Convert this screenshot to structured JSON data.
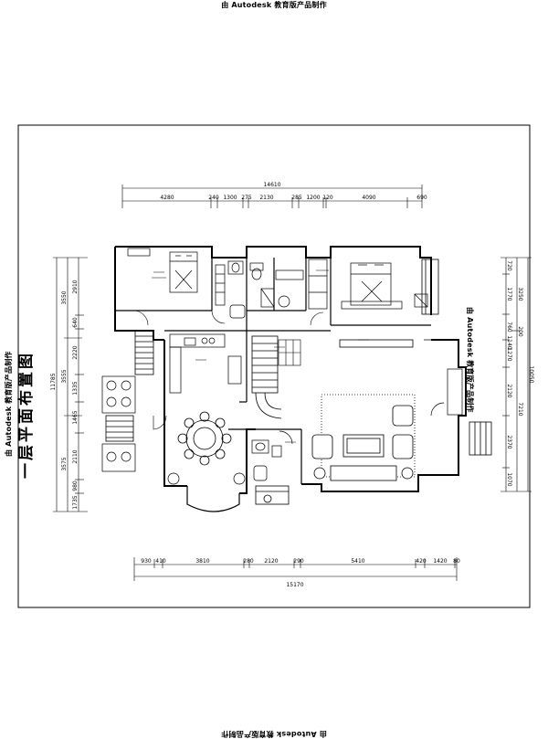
{
  "watermark": "由 Autodesk 教育版产品制作",
  "title": "一层平面布置图",
  "dims_top_total": "14610",
  "dims_top": [
    "4280",
    "240",
    "1300",
    "275",
    "2130",
    "285",
    "1200",
    "120",
    "4090",
    "690"
  ],
  "dims_bottom_total": "15170",
  "dims_bottom": [
    "930",
    "410",
    "3810",
    "280",
    "2120",
    "290",
    "5410",
    "420",
    "1420",
    "80"
  ],
  "dims_left_total": "11785",
  "dims_left_mid": [
    "3550",
    "3555",
    "3575"
  ],
  "dims_left_inner": [
    "2910",
    "640",
    "2220",
    "1335",
    "1465",
    "2110",
    "980",
    "1735"
  ],
  "dims_right_total": "10050",
  "dims_right_mid": [
    "3250",
    "7210"
  ],
  "dims_right_inner": [
    "720",
    "1770",
    "760",
    "1140",
    "1270",
    "2120",
    "2370",
    "1070"
  ],
  "dims_right_small": "200"
}
